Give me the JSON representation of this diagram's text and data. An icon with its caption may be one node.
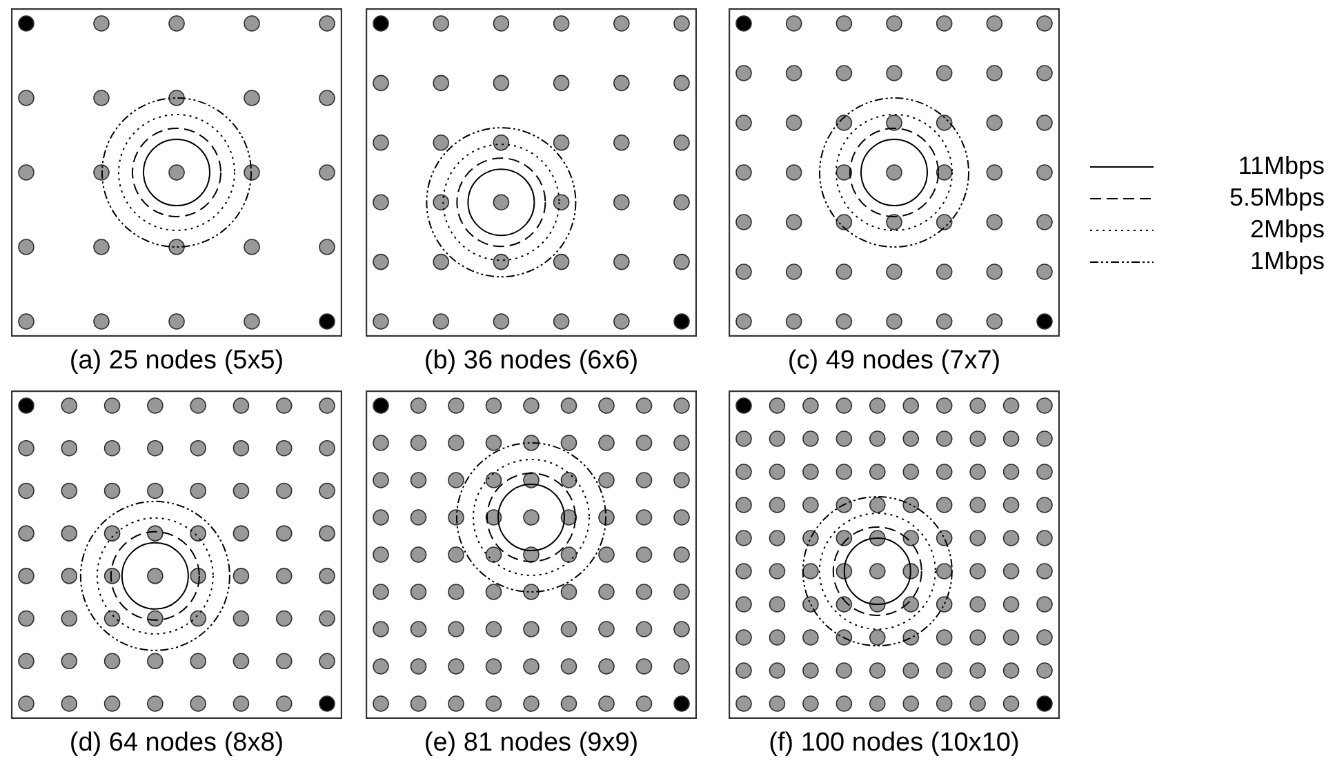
{
  "diagram": {
    "nodes": [
      {
        "text": [
          "(a) 25 nodes (5x5)"
        ]
      },
      {
        "text": [
          "(b) 36 nodes (6x6)"
        ]
      },
      {
        "text": [
          "(c) 49 nodes (7x7)"
        ]
      },
      {
        "text": [
          "(d) 64 nodes (8x8)"
        ]
      },
      {
        "text": [
          "(e) 81 nodes (9x9)"
        ]
      },
      {
        "text": [
          "(f) 100 nodes (10x10)"
        ]
      }
    ],
    "legend": [
      {
        "text": "11Mbps"
      },
      {
        "text": "5.5Mbps"
      },
      {
        "text": "2Mbps"
      },
      {
        "text": "1Mbps"
      }
    ]
  }
}
